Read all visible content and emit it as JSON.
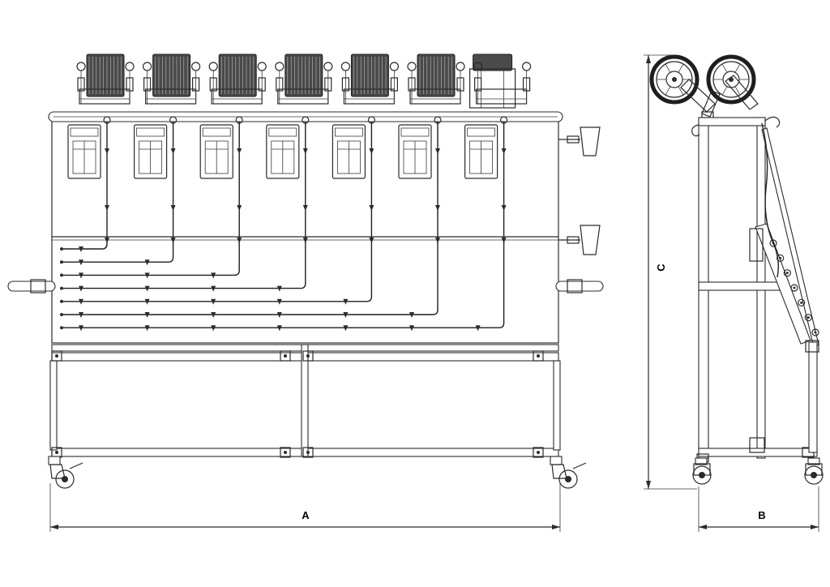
{
  "drawing": {
    "front_view": {
      "reel_count": 7,
      "cable_count": 7
    },
    "side_view": {
      "reel_count": 2
    },
    "dimensions": {
      "width_label": "A",
      "depth_label": "B",
      "height_label": "C"
    },
    "colors": {
      "line": "#2b2b2b",
      "background": "#ffffff"
    }
  }
}
